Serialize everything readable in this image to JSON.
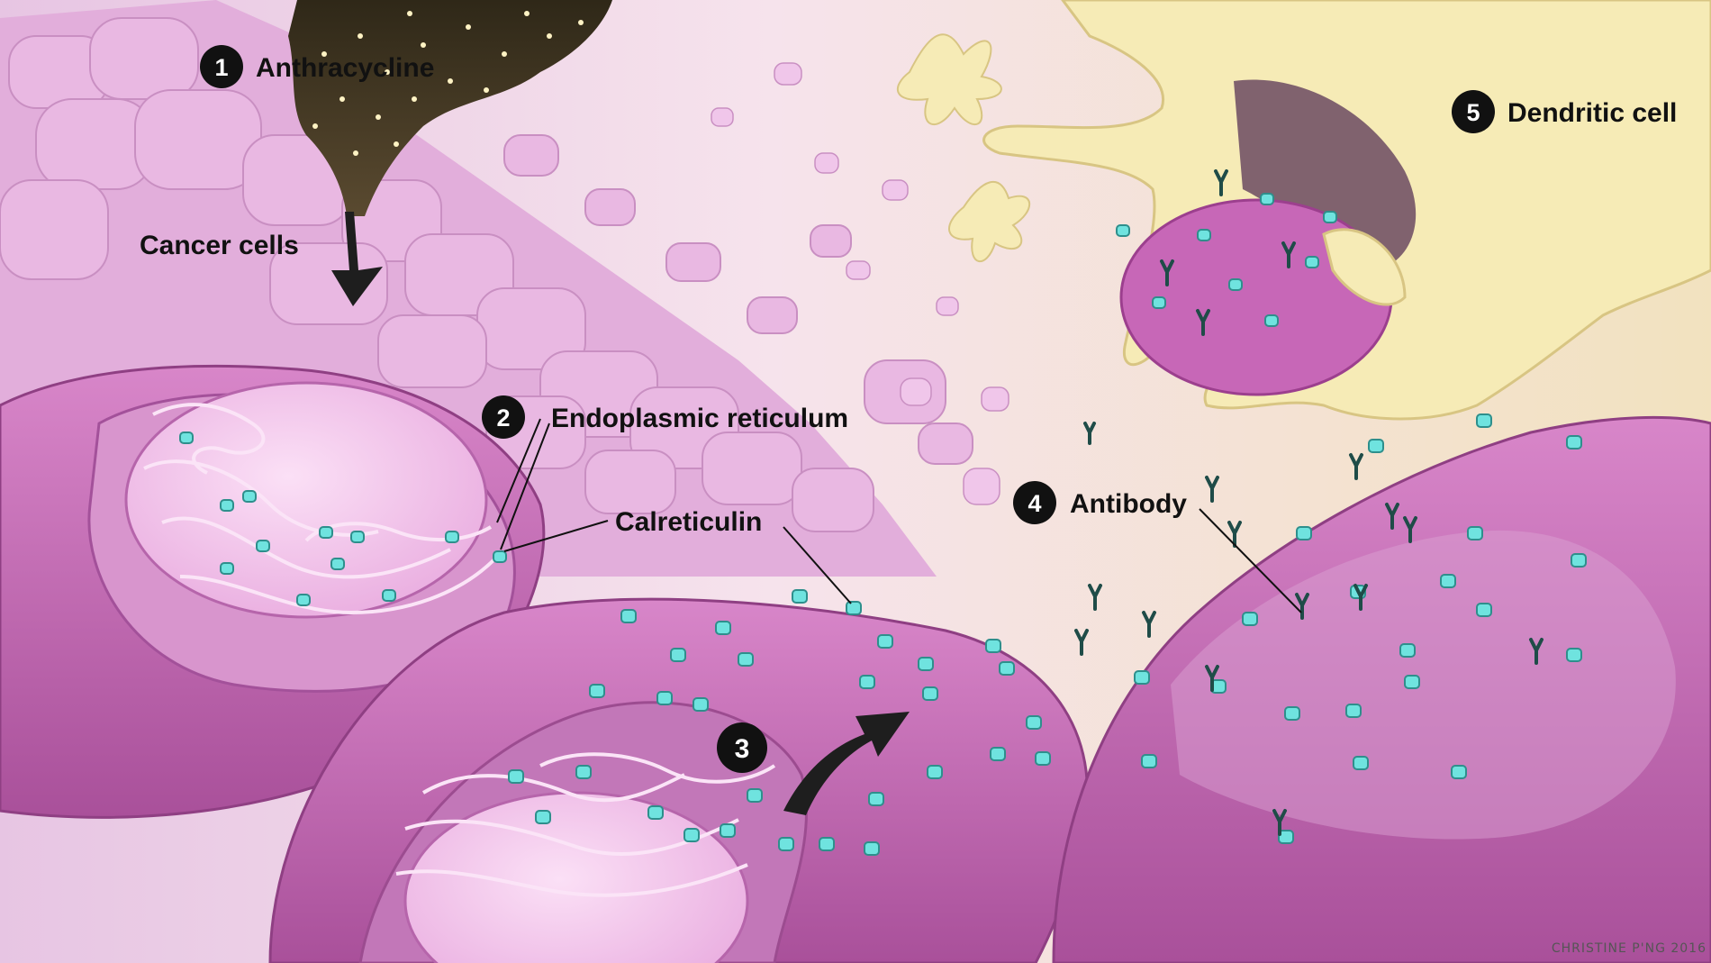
{
  "labels": {
    "step1": {
      "number": "1",
      "text": "Anthracycline"
    },
    "cancer_cells": "Cancer cells",
    "step2": {
      "number": "2",
      "text": "Endoplasmic reticulum"
    },
    "calreticulin": "Calreticulin",
    "step3": {
      "number": "3"
    },
    "step4": {
      "number": "4",
      "text": "Antibody"
    },
    "step5": {
      "number": "5",
      "text": "Dendritic cell"
    }
  },
  "credit": "CHRISTINE P'NG 2016",
  "colors": {
    "background_left": "#f2d9ee",
    "background_right": "#f3e4c6",
    "cell_magenta": "#c46ab4",
    "cell_light": "#e6a8dc",
    "nucleus_pink": "#f5c8ee",
    "calreticulin_cyan": "#6fe3df",
    "antibody_teal": "#1f4c48",
    "dendritic_cream": "#f6ebb6",
    "drug_brown": "#3e3422"
  }
}
